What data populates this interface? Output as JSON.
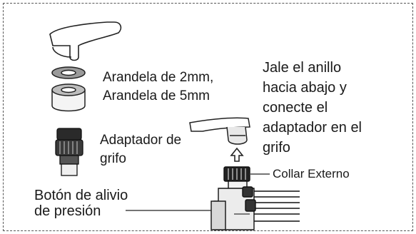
{
  "labels": {
    "washers_line1": "Arandela de 2mm,",
    "washers_line2": "Arandela de 5mm",
    "adapter_line1": "Adaptador de",
    "adapter_line2": "grifo",
    "instruction_line1": "Jale el anillo",
    "instruction_line2": "hacia abajo y",
    "instruction_line3": "conecte el",
    "instruction_line4": "adaptador en el",
    "instruction_line5": "grifo",
    "outer_collar": "Collar Externo",
    "relief_line1": "Botón de alivio",
    "relief_line2": "de presión"
  },
  "icons": [
    "faucet",
    "washer-2mm",
    "washer-5mm",
    "faucet-adapter",
    "up-arrow",
    "diverter-valve"
  ]
}
